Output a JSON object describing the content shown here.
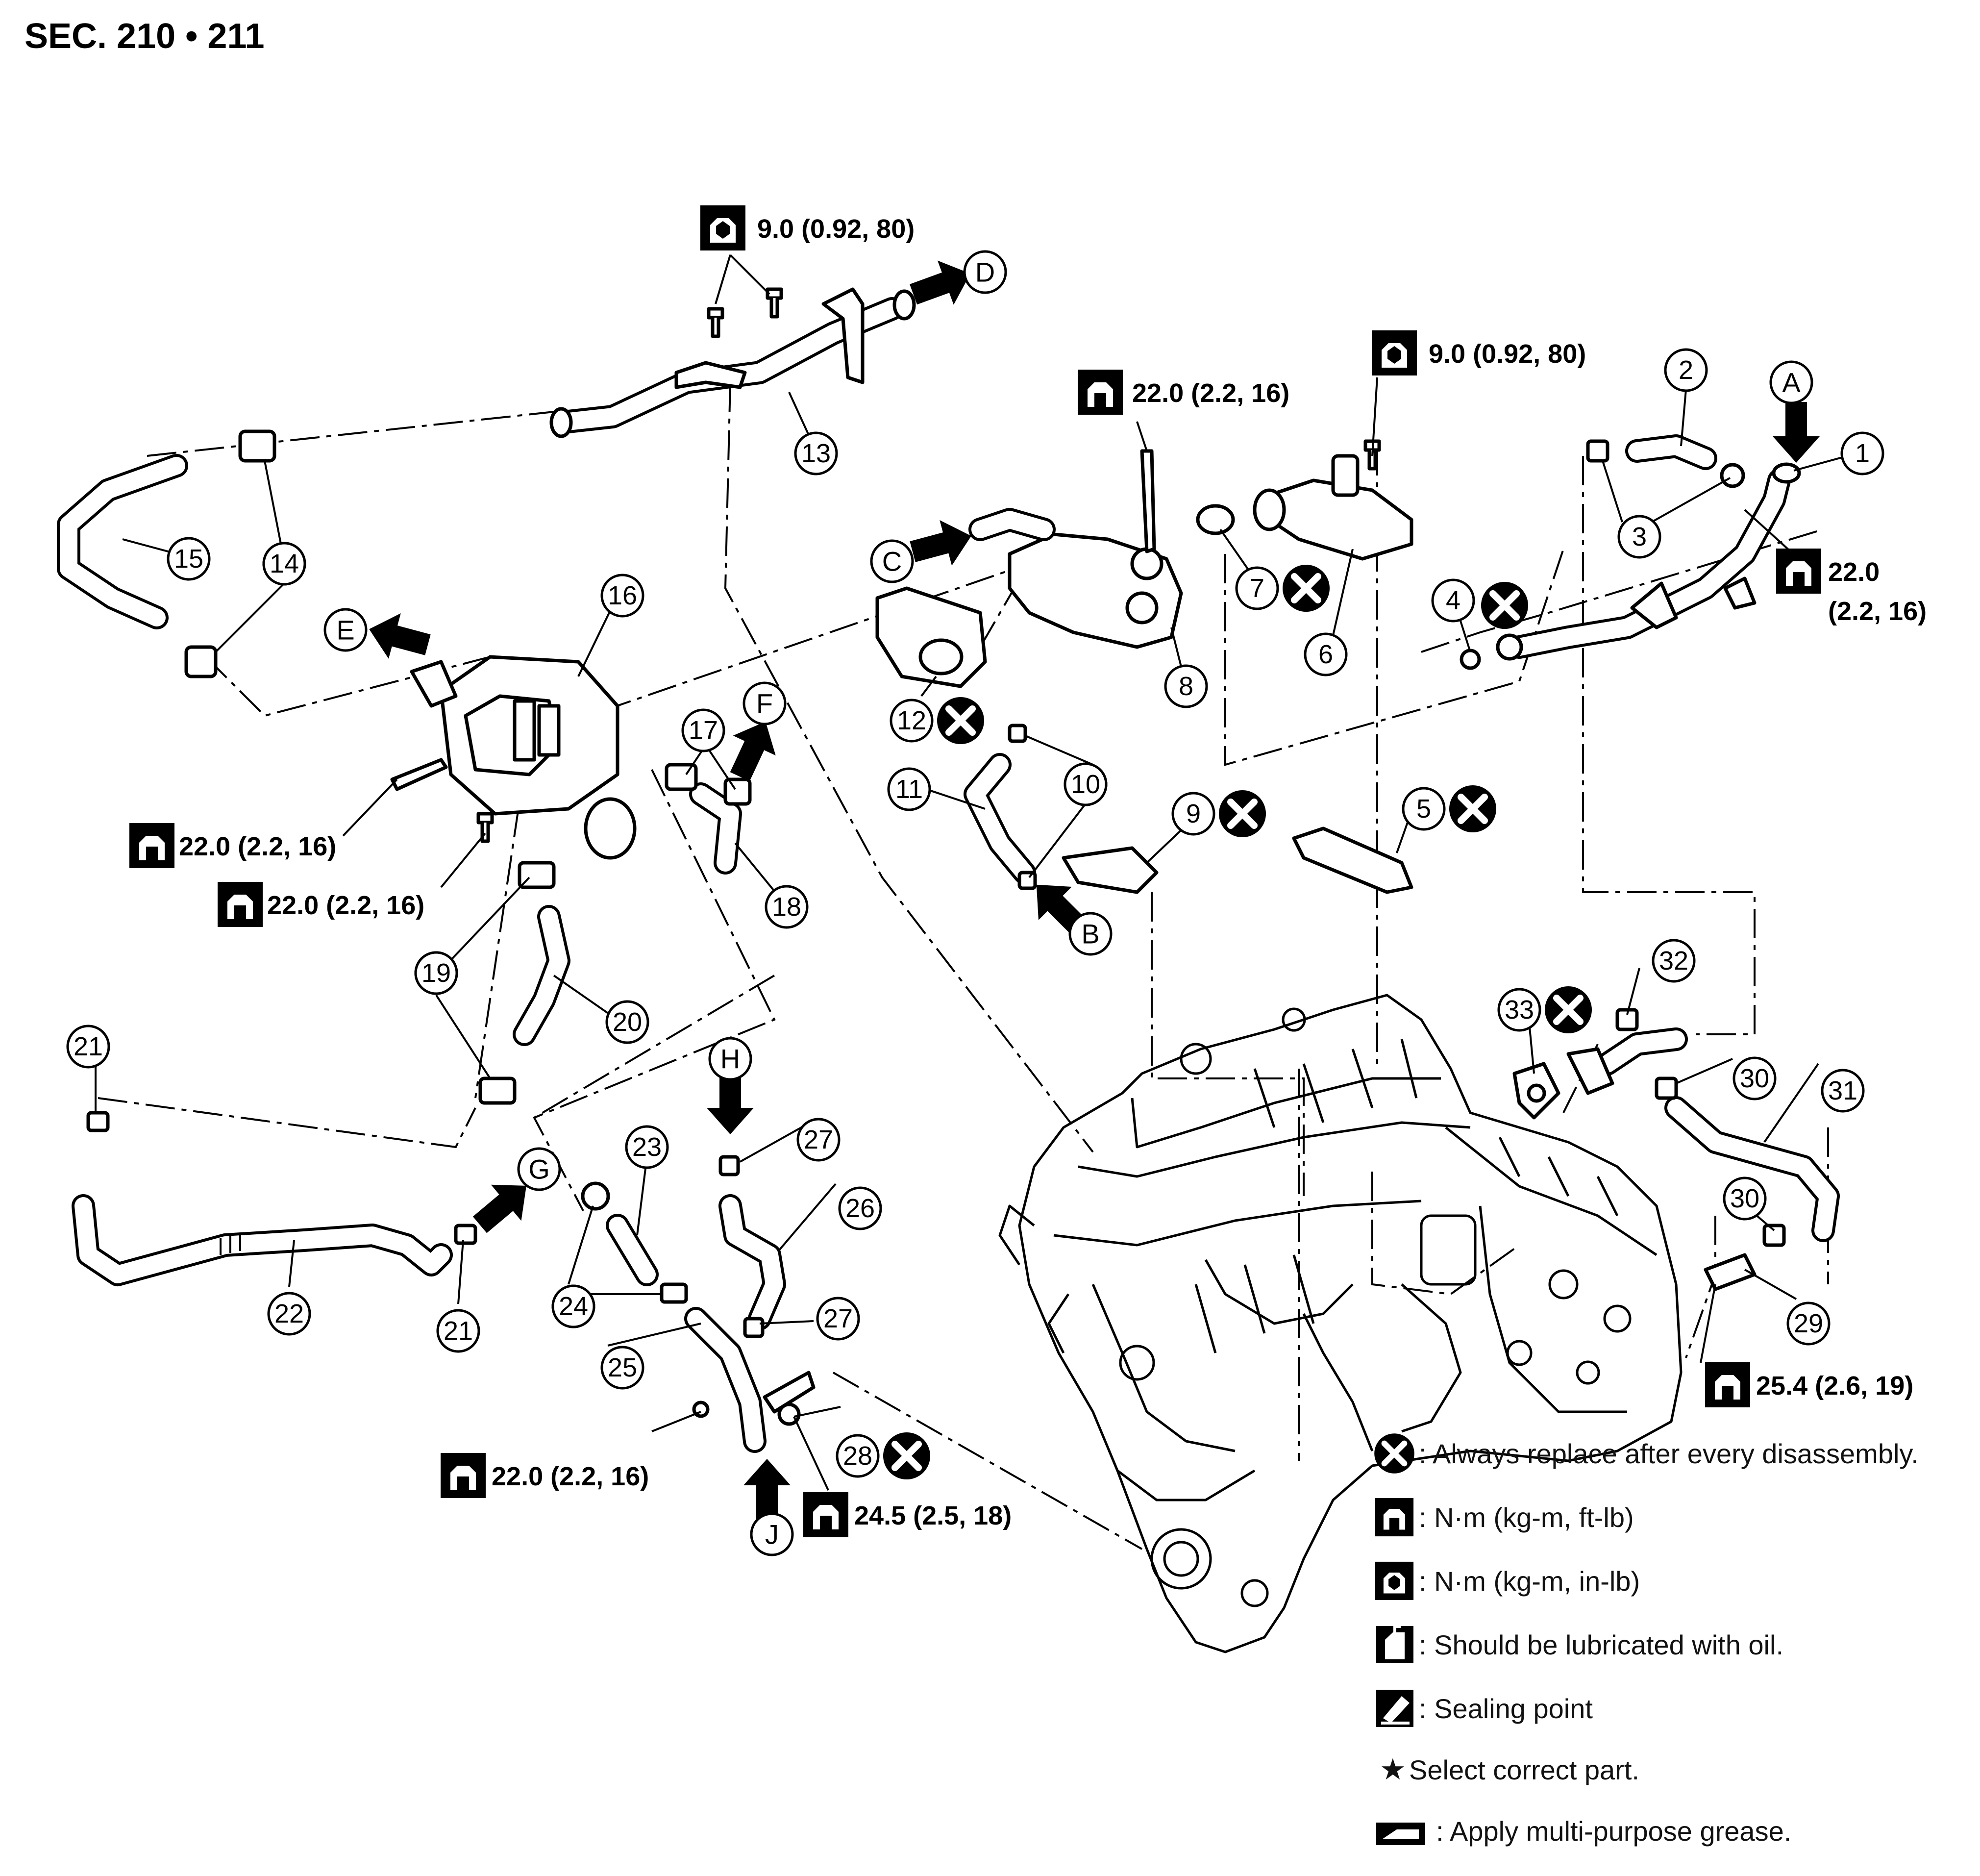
{
  "section_title": "SEC. 210 • 211",
  "parts": [
    "1",
    "2",
    "3",
    "4",
    "5",
    "6",
    "7",
    "8",
    "9",
    "10",
    "10",
    "11",
    "12",
    "13",
    "14",
    "14",
    "15",
    "16",
    "17",
    "18",
    "19",
    "19",
    "20",
    "21",
    "21",
    "22",
    "23",
    "24",
    "24",
    "25",
    "26",
    "27",
    "27",
    "28",
    "29",
    "30",
    "30",
    "31",
    "32",
    "33"
  ],
  "direction_letters": [
    "A",
    "B",
    "C",
    "D",
    "E",
    "F",
    "G",
    "H",
    "J"
  ],
  "torque_specs": [
    "9.0 (0.92, 80)",
    "9.0 (0.92, 80)",
    "22.0 (2.2, 16)",
    "22.0",
    "(2.2, 16)",
    "22.0 (2.2, 16)",
    "22.0 (2.2, 16)",
    "22.0 (2.2, 16)",
    "24.5 (2.5, 18)",
    "25.4 (2.6, 19)"
  ],
  "legend": [
    ": Always replace after every disassembly.",
    ": N·m (kg-m, ft-lb)",
    ": N·m (kg-m, in-lb)",
    ": Should be lubricated with oil.",
    ": Sealing point",
    "Select correct part.",
    ": Apply multi-purpose grease."
  ],
  "icons": [
    "replace-x-icon",
    "torque-ftlb-icon",
    "torque-inlb-icon",
    "oil-can-icon",
    "sealant-icon",
    "star-icon",
    "grease-icon"
  ]
}
